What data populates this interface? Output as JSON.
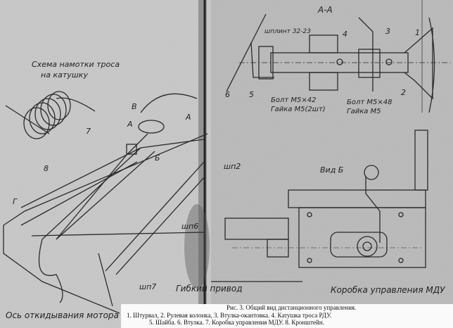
{
  "figure": {
    "winding_scheme_title_1": "Схема намотки троса",
    "winding_scheme_title_2": "на катушку",
    "section_label": "А-А",
    "cotter_pin": "шплинт 32-23",
    "bolt_1": "Болт М5×42",
    "nut_1": "Гайка М5(2шт)",
    "bolt_2": "Болт М5×48",
    "nut_2": "Гайка М5",
    "view_label": "Вид Б",
    "markers": {
      "A1": "А",
      "A2": "А",
      "B": "Б",
      "V": "В",
      "G": "Г"
    },
    "part_numbers": [
      "1",
      "2",
      "3",
      "4",
      "5",
      "6",
      "7",
      "8"
    ],
    "pulleys": [
      "шп2",
      "шп6",
      "шп7"
    ],
    "flexible_drive": "Гибкий привод",
    "control_box": "Коробка управления МДУ",
    "motor_axis": "Ось откидывания мотора"
  },
  "caption": {
    "line1": "Рис. 3. Общий вид дистанционного управления.",
    "line2": "1. Штурвал, 2. Рулевая колонка, 3. Втулка-окантовка. 4. Катушка троса РДУ.",
    "line3": "5. Шайба. 6. Втулка. 7. Коробка управления МДУ. 8. Кронштейн."
  }
}
